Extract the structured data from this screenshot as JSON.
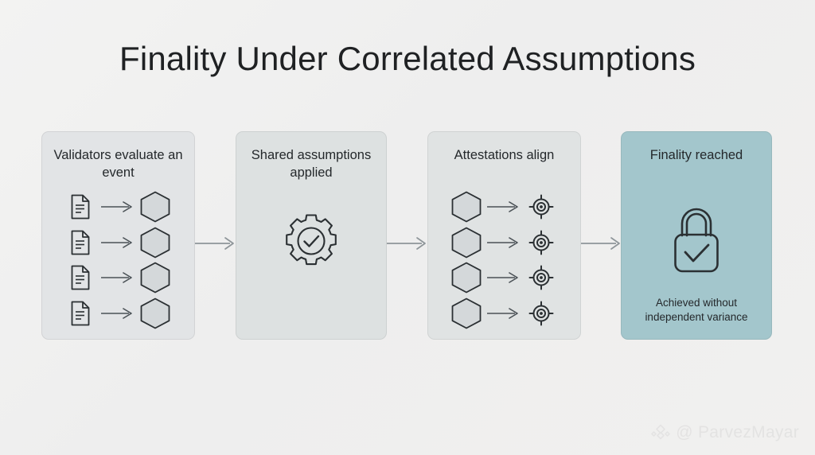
{
  "slide": {
    "title": "Finality Under Correlated Assumptions",
    "background_color": "#f0f0f0",
    "accent_color": "#a3c6cc",
    "stroke_color": "#2b3033"
  },
  "cards": [
    {
      "id": "validators",
      "title": "Validators evaluate an event",
      "background_color": "#e2e4e6",
      "layout": "rows",
      "row_count": 4,
      "row_from_icon": "document-icon",
      "row_arrow_icon": "arrow-right-icon",
      "row_to_icon": "hexagon-icon"
    },
    {
      "id": "assumptions",
      "title": "Shared assumptions applied",
      "background_color": "#dde1e1",
      "layout": "center-icon",
      "center_icon": "gear-check-icon"
    },
    {
      "id": "attestations",
      "title": "Attestations align",
      "background_color": "#e0e3e3",
      "layout": "rows",
      "row_count": 4,
      "row_from_icon": "hexagon-icon",
      "row_arrow_icon": "arrow-right-icon",
      "row_to_icon": "target-icon"
    },
    {
      "id": "finality",
      "title": "Finality reached",
      "caption": "Achieved without independent variance",
      "background_color": "#a3c6cc",
      "layout": "center-icon",
      "center_icon": "lock-check-icon"
    }
  ],
  "connectors": [
    {
      "id": "connector-1",
      "icon": "arrow-right-icon",
      "from": "validators",
      "to": "assumptions"
    },
    {
      "id": "connector-2",
      "icon": "arrow-right-icon",
      "from": "assumptions",
      "to": "attestations"
    },
    {
      "id": "connector-3",
      "icon": "arrow-right-icon",
      "from": "attestations",
      "to": "finality"
    }
  ],
  "watermark": {
    "handle": "@ ParvezMayar",
    "logo_icon": "binance-diamond-icon"
  }
}
